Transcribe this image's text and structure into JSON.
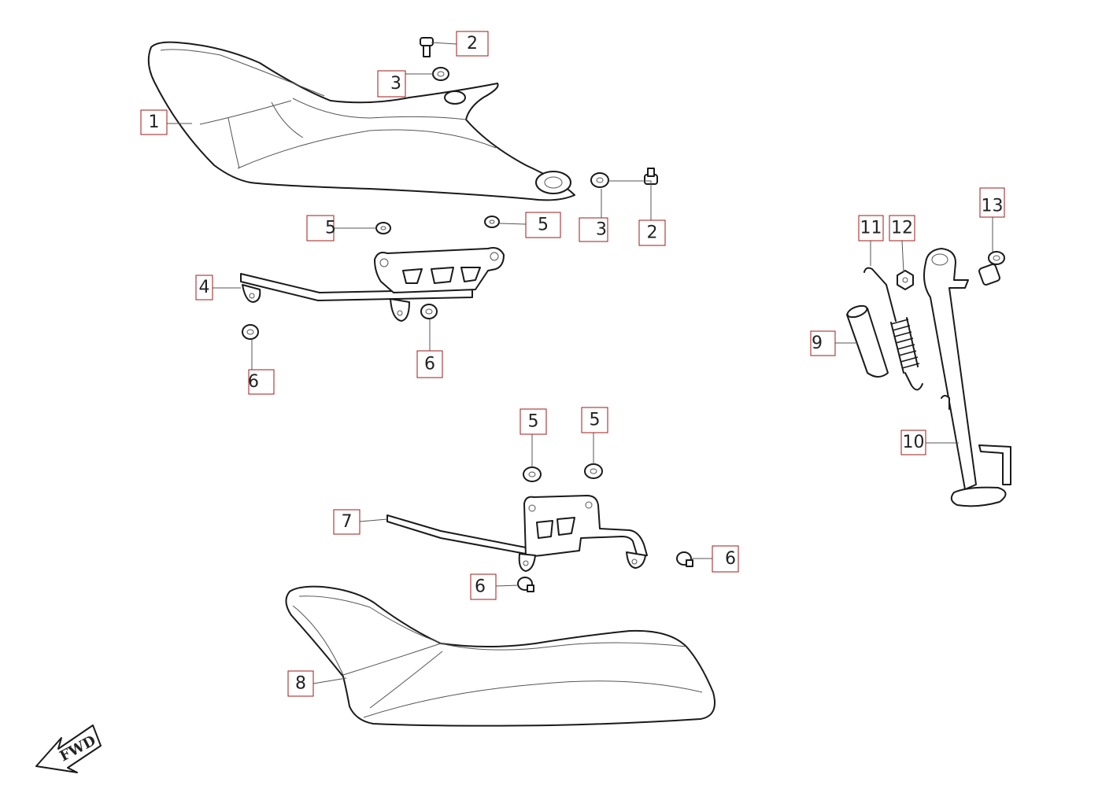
{
  "diagram": {
    "fwd_label": "FWD",
    "callout_border_color": "#a11a1a",
    "line_color": "#1a1a1a",
    "callouts": [
      {
        "id": "c1",
        "label": "1"
      },
      {
        "id": "c2a",
        "label": "2"
      },
      {
        "id": "c3a",
        "label": "3"
      },
      {
        "id": "c3b",
        "label": "3"
      },
      {
        "id": "c2b",
        "label": "2"
      },
      {
        "id": "c5a",
        "label": "5"
      },
      {
        "id": "c5b",
        "label": "5"
      },
      {
        "id": "c4",
        "label": "4"
      },
      {
        "id": "c6a",
        "label": "6"
      },
      {
        "id": "c6b",
        "label": "6"
      },
      {
        "id": "c5c",
        "label": "5"
      },
      {
        "id": "c5d",
        "label": "5"
      },
      {
        "id": "c7",
        "label": "7"
      },
      {
        "id": "c6c",
        "label": "6"
      },
      {
        "id": "c6d",
        "label": "6"
      },
      {
        "id": "c8",
        "label": "8"
      },
      {
        "id": "c11",
        "label": "11"
      },
      {
        "id": "c12",
        "label": "12"
      },
      {
        "id": "c13",
        "label": "13"
      },
      {
        "id": "c9",
        "label": "9"
      },
      {
        "id": "c10",
        "label": "10"
      }
    ]
  }
}
